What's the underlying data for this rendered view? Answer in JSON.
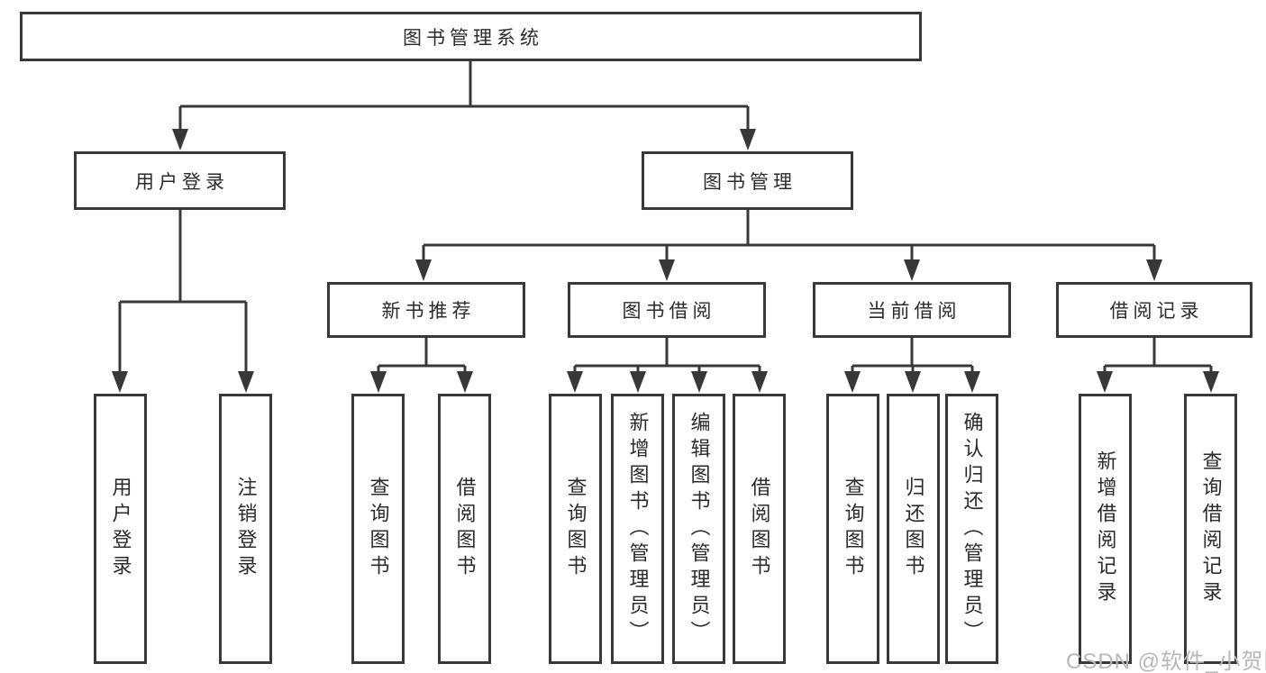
{
  "diagram": {
    "root": {
      "label": "图书管理系统"
    },
    "branches": [
      {
        "label": "用户登录",
        "children": [
          {
            "label": "用户登录"
          },
          {
            "label": "注销登录"
          }
        ]
      },
      {
        "label": "图书管理",
        "modules": [
          {
            "label": "新书推荐",
            "children": [
              {
                "label": "查询图书"
              },
              {
                "label": "借阅图书"
              }
            ]
          },
          {
            "label": "图书借阅",
            "children": [
              {
                "label": "查询图书"
              },
              {
                "label": "新增图书（管理员）"
              },
              {
                "label": "编辑图书（管理员）"
              },
              {
                "label": "借阅图书"
              }
            ]
          },
          {
            "label": "当前借阅",
            "children": [
              {
                "label": "查询图书"
              },
              {
                "label": "归还图书"
              },
              {
                "label": "确认归还（管理员）"
              }
            ]
          },
          {
            "label": "借阅记录",
            "children": [
              {
                "label": "新增借阅记录"
              },
              {
                "label": "查询借阅记录"
              }
            ]
          }
        ]
      }
    ]
  },
  "watermark": {
    "text": "CSDN @软件_小贺同学"
  },
  "colors": {
    "line": "#383838",
    "text": "#2b2b2b",
    "box_fill": "#ffffff",
    "watermark": "#b7b7b7",
    "background": "#ffffff"
  }
}
